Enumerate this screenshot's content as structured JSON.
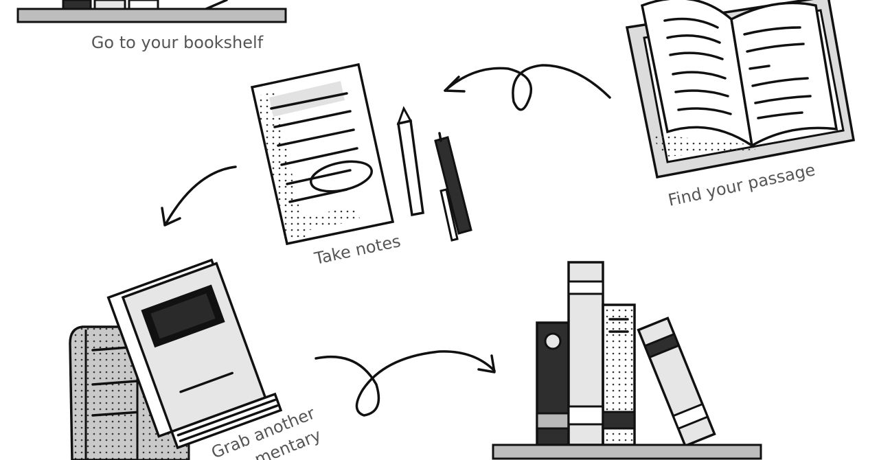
{
  "steps": {
    "bookshelf": {
      "label": "Go to your bookshelf"
    },
    "passage": {
      "label": "Find your passage"
    },
    "notes": {
      "label": "Take notes"
    },
    "commentary": {
      "label_line1": "Grab another",
      "label_line2": "mentary"
    }
  },
  "colors": {
    "ink": "#111111",
    "light_gray": "#e6e6e6",
    "mid_gray": "#b8b8b8",
    "dark": "#2e2e2e",
    "caption": "#555555"
  }
}
